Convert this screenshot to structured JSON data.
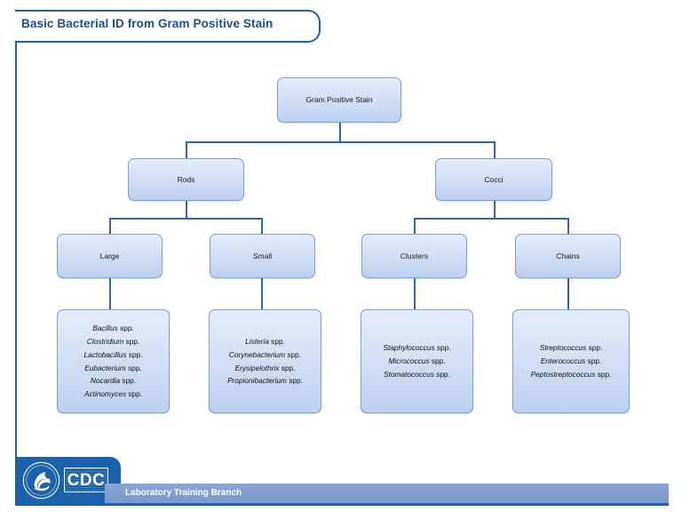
{
  "title": "Basic Bacterial ID from Gram Positive Stain",
  "footer": {
    "organization": "CDC",
    "branch": "Laboratory Training Branch",
    "seal_name": "hhs-seal"
  },
  "colors": {
    "frame_blue": "#1f62ac",
    "title_text": "#1f4e87",
    "node_border": "#7d9fd4",
    "node_fill_top": "#e4ecfa",
    "node_fill_bottom": "#bcd0ee",
    "connector": "#2f66ad",
    "branch_bar": "#7b97cd",
    "cdc_block": "#1a62ab"
  },
  "chart_data": {
    "type": "diagram",
    "title": "Basic Bacterial ID from Gram Positive Stain",
    "root": "Gram Positive Stain",
    "levels": [
      [
        "Gram Positive Stain"
      ],
      [
        "Rods",
        "Cocci"
      ],
      [
        "Large",
        "Small",
        "Clusters",
        "Chains"
      ]
    ],
    "edges": [
      [
        "Gram Positive Stain",
        "Rods"
      ],
      [
        "Gram Positive Stain",
        "Cocci"
      ],
      [
        "Rods",
        "Large"
      ],
      [
        "Rods",
        "Small"
      ],
      [
        "Cocci",
        "Clusters"
      ],
      [
        "Cocci",
        "Chains"
      ]
    ]
  },
  "nodes": {
    "root": {
      "label": "Gram Positive Stain"
    },
    "rods": {
      "label": "Rods"
    },
    "cocci": {
      "label": "Cocci"
    },
    "large": {
      "label": "Large"
    },
    "small": {
      "label": "Small"
    },
    "clusters": {
      "label": "Clusters"
    },
    "chains": {
      "label": "Chains"
    }
  },
  "leaves": {
    "large_organisms": {
      "parent": "Large",
      "items": [
        {
          "genus": "Bacillus",
          "qualifier": "spp."
        },
        {
          "genus": "Clostridium",
          "qualifier": "spp."
        },
        {
          "genus": "Lactobacillus",
          "qualifier": "spp."
        },
        {
          "genus": "Eubacterium",
          "qualifier": "spp."
        },
        {
          "genus": "Nocardia",
          "qualifier": "spp."
        },
        {
          "genus": "Actinomyces",
          "qualifier": "spp."
        }
      ]
    },
    "small_organisms": {
      "parent": "Small",
      "items": [
        {
          "genus": "Listeria",
          "qualifier": "spp."
        },
        {
          "genus": "Corynebacterium",
          "qualifier": "spp."
        },
        {
          "genus": "Erysipelothrix",
          "qualifier": "spp."
        },
        {
          "genus": "Propionibacterium",
          "qualifier": "spp."
        }
      ]
    },
    "clusters_organisms": {
      "parent": "Clusters",
      "items": [
        {
          "genus": "Staphylococcus",
          "qualifier": "spp."
        },
        {
          "genus": "Micrococcus",
          "qualifier": "spp."
        },
        {
          "genus": "Stomatococcus",
          "qualifier": "spp."
        }
      ]
    },
    "chains_organisms": {
      "parent": "Chains",
      "items": [
        {
          "genus": "Streptococcus",
          "qualifier": "spp."
        },
        {
          "genus": "Enterococcus",
          "qualifier": "spp."
        },
        {
          "genus": "Peptostreptococcus",
          "qualifier": "spp."
        }
      ]
    }
  }
}
